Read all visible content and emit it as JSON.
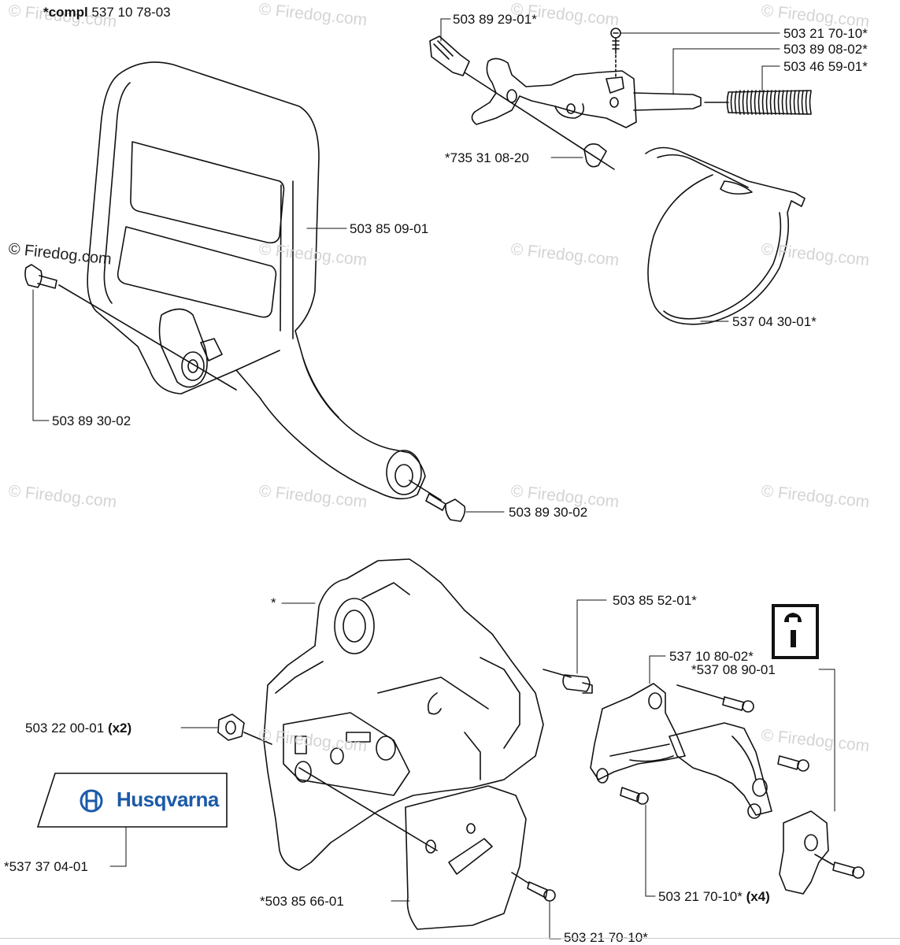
{
  "watermarks": {
    "w1": "© Firedog.com",
    "w2": "© Firedog.com",
    "w3": "© Firedog.com",
    "w4": "© Firedog.com",
    "w5": "© Firedog.com",
    "w6": "© Firedog.com",
    "w7": "© Firedog.com",
    "w8": "© Firedog.com",
    "w9": "© Firedog.com",
    "w10": "© Firedog.com",
    "w11": "© Firedog.com",
    "w12": "© Firedog.com",
    "w13": "© Firedog.com",
    "w14": "© Firedog.com"
  },
  "labels": {
    "compl_prefix": "*compl",
    "compl_number": "537 10 78-03",
    "front_handle": "503 85 09-01",
    "screw_left": "503 89 30-02",
    "screw_bottom": "503 89 30-02",
    "knob": "503 89 29-01*",
    "screw_top": "503 21 70-10*",
    "shaft": "503 89 08-02*",
    "spring": "503 46 59-01*",
    "clip": "*735 31 08-20",
    "brake_band": "537 04 30-01*",
    "cover_asterisk": "*",
    "pin": "503 85 52-01*",
    "guard": "537 10 80-02*",
    "catcher": "*537 08 90-01",
    "nut_number": "503 22 00-01",
    "nut_qty": "(x2)",
    "decal": "*537 37 04-01",
    "plate": "*503 85 66-01",
    "screw_plate": "503 21 70-10*",
    "screw_guard_number": "503 21 70-10*",
    "screw_guard_qty": "(x4)"
  },
  "brand": {
    "name": "Husqvarna",
    "color": "#1b5aa8"
  },
  "icons": {
    "service": "wrench-info-icon"
  }
}
